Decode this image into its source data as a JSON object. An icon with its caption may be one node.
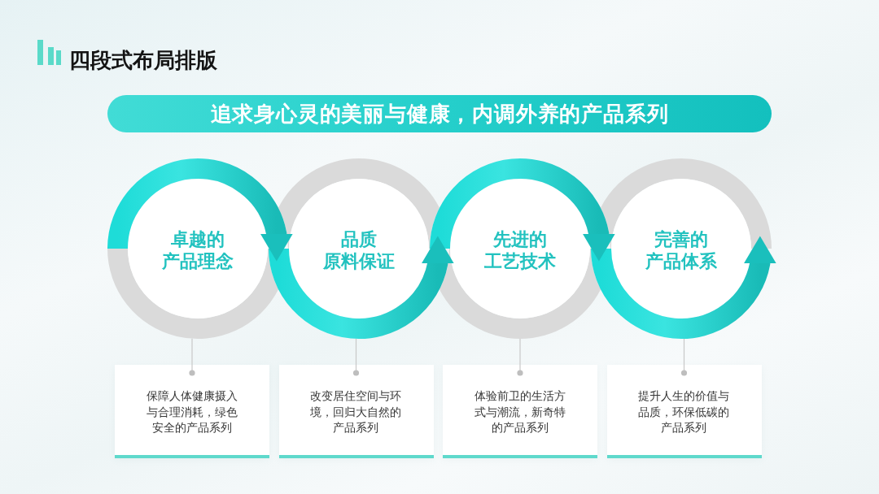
{
  "diagram": {
    "title": "四段式布局排版",
    "nodes": [
      {
        "text": [
          "追求身心灵的美丽与健康，内调外养的产品系列"
        ]
      },
      {
        "text": [
          "卓越的",
          "产品理念"
        ]
      },
      {
        "text": [
          "品质",
          "原料保证"
        ]
      },
      {
        "text": [
          "先进的",
          "工艺技术"
        ]
      },
      {
        "text": [
          "完善的",
          "产品体系"
        ]
      },
      {
        "text": [
          "保障人体健康摄入与合理消耗，绿色安全的产品系列"
        ]
      },
      {
        "text": [
          "改变居住空间与环境，回归大自然的产品系列"
        ]
      },
      {
        "text": [
          "体验前卫的生活方式与潮流，新奇特的产品系列"
        ]
      },
      {
        "text": [
          "提升人生的价值与品质，环保低碳的产品系列"
        ]
      }
    ],
    "edges": [
      {
        "from": 1,
        "to": 2,
        "arrow": "to",
        "style": "thick",
        "color": "#1ccfcb"
      },
      {
        "from": 2,
        "to": 3,
        "arrow": "to",
        "style": "thick",
        "color": "#1ccfcb"
      },
      {
        "from": 3,
        "to": 4,
        "arrow": "to",
        "style": "thick",
        "color": "#1ccfcb"
      },
      {
        "from": 3,
        "to": 4,
        "arrow": "to",
        "style": "thick",
        "color": "#1ccfcb"
      },
      {
        "from": 1,
        "to": 5,
        "arrow": "other",
        "color": "#c8c8c8"
      },
      {
        "from": 2,
        "to": 6,
        "arrow": "other",
        "color": "#c8c8c8"
      },
      {
        "from": 3,
        "to": 7,
        "arrow": "other",
        "color": "#c8c8c8"
      },
      {
        "from": 4,
        "to": 8,
        "arrow": "other",
        "color": "#c8c8c8"
      }
    ]
  }
}
